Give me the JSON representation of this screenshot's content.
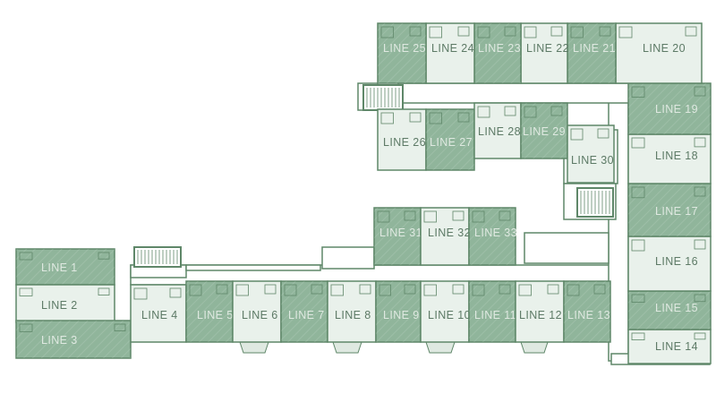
{
  "colors": {
    "dark_unit": "#90b59b",
    "light_unit": "#e9f1eb",
    "corridor": "#ffffff",
    "wall": "#5f8769",
    "label_dark": "#dfe9e1",
    "label_light": "#5d7a66"
  },
  "units": [
    {
      "key": "line-1",
      "label": "LINE 1",
      "tone": "dark"
    },
    {
      "key": "line-2",
      "label": "LINE 2",
      "tone": "light"
    },
    {
      "key": "line-3",
      "label": "LINE 3",
      "tone": "dark"
    },
    {
      "key": "line-4",
      "label": "LINE 4",
      "tone": "light"
    },
    {
      "key": "line-5",
      "label": "LINE 5",
      "tone": "dark"
    },
    {
      "key": "line-6",
      "label": "LINE 6",
      "tone": "light"
    },
    {
      "key": "line-7",
      "label": "LINE 7",
      "tone": "dark"
    },
    {
      "key": "line-8",
      "label": "LINE 8",
      "tone": "light"
    },
    {
      "key": "line-9",
      "label": "LINE 9",
      "tone": "dark"
    },
    {
      "key": "line-10",
      "label": "LINE 10",
      "tone": "light"
    },
    {
      "key": "line-11",
      "label": "LINE 11",
      "tone": "dark"
    },
    {
      "key": "line-12",
      "label": "LINE 12",
      "tone": "light"
    },
    {
      "key": "line-13",
      "label": "LINE 13",
      "tone": "dark"
    },
    {
      "key": "line-14",
      "label": "LINE 14",
      "tone": "light"
    },
    {
      "key": "line-15",
      "label": "LINE 15",
      "tone": "dark"
    },
    {
      "key": "line-16",
      "label": "LINE 16",
      "tone": "light"
    },
    {
      "key": "line-17",
      "label": "LINE 17",
      "tone": "dark"
    },
    {
      "key": "line-18",
      "label": "LINE 18",
      "tone": "light"
    },
    {
      "key": "line-19",
      "label": "LINE 19",
      "tone": "dark"
    },
    {
      "key": "line-20",
      "label": "LINE 20",
      "tone": "light"
    },
    {
      "key": "line-21",
      "label": "LINE 21",
      "tone": "dark"
    },
    {
      "key": "line-22",
      "label": "LINE 22",
      "tone": "light"
    },
    {
      "key": "line-23",
      "label": "LINE 23",
      "tone": "dark"
    },
    {
      "key": "line-24",
      "label": "LINE 24",
      "tone": "light"
    },
    {
      "key": "line-25",
      "label": "LINE 25",
      "tone": "dark"
    },
    {
      "key": "line-26",
      "label": "LINE 26",
      "tone": "light"
    },
    {
      "key": "line-27",
      "label": "LINE 27",
      "tone": "dark"
    },
    {
      "key": "line-28",
      "label": "LINE 28",
      "tone": "light"
    },
    {
      "key": "line-29",
      "label": "LINE 29",
      "tone": "dark"
    },
    {
      "key": "line-30",
      "label": "LINE 30",
      "tone": "light"
    },
    {
      "key": "line-31",
      "label": "LINE 31",
      "tone": "dark"
    },
    {
      "key": "line-32",
      "label": "LINE 32",
      "tone": "light"
    },
    {
      "key": "line-33",
      "label": "LINE 33",
      "tone": "dark"
    }
  ]
}
